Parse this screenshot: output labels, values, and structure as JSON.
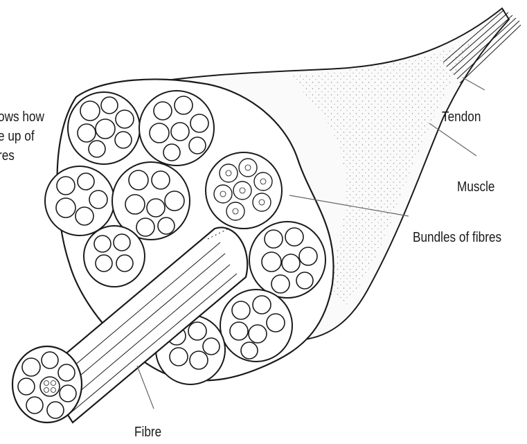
{
  "labels": {
    "tendon": "Tendon",
    "muscle": "Muscle",
    "bundles": "Bundles of fibres",
    "fibre": "Fibre"
  },
  "caption": {
    "line1": "ows how",
    "line2": "e up of",
    "line3": "res"
  },
  "colors": {
    "ink": "#1a1a1a",
    "background": "#ffffff"
  }
}
